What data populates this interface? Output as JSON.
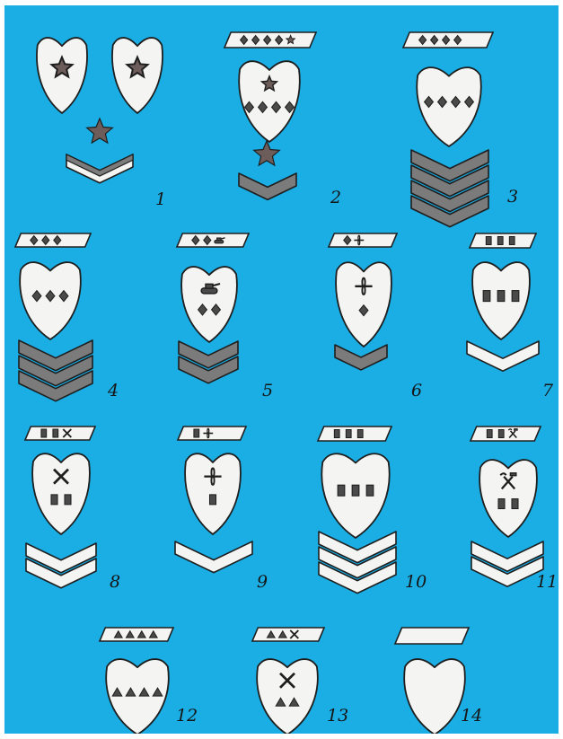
{
  "colors": {
    "background": "#1aaee5",
    "fill": "#f4f4f2",
    "outline": "#1e1e1e",
    "chevron_dark": "#7b7b7b",
    "mark": "#4a4a4a",
    "star": "#6d5d5a"
  },
  "items": [
    {
      "number": "1",
      "insignia": [
        "star",
        "star"
      ],
      "collar_marks": null,
      "chevron_count": 1,
      "chevron_style": "light-with-dark-top",
      "sleeve_star": true
    },
    {
      "number": "2",
      "insignia": [
        "star",
        "diamond",
        "diamond",
        "diamond",
        "diamond"
      ],
      "collar_marks": [
        "diamond",
        "diamond",
        "diamond",
        "diamond",
        "star"
      ],
      "chevron_count": 1,
      "chevron_style": "dark",
      "sleeve_star": true
    },
    {
      "number": "3",
      "insignia": [
        "diamond",
        "diamond",
        "diamond",
        "diamond"
      ],
      "collar_marks": [
        "diamond",
        "diamond",
        "diamond",
        "diamond"
      ],
      "chevron_count": 4,
      "chevron_style": "dark"
    },
    {
      "number": "4",
      "insignia": [
        "diamond",
        "diamond",
        "diamond"
      ],
      "collar_marks": [
        "diamond",
        "diamond",
        "diamond"
      ],
      "chevron_count": 3,
      "chevron_style": "dark"
    },
    {
      "number": "5",
      "insignia": [
        "tank",
        "diamond",
        "diamond"
      ],
      "collar_marks": [
        "diamond",
        "diamond",
        "tank"
      ],
      "chevron_count": 2,
      "chevron_style": "dark"
    },
    {
      "number": "6",
      "insignia": [
        "propeller",
        "diamond"
      ],
      "collar_marks": [
        "diamond",
        "propeller"
      ],
      "chevron_count": 1,
      "chevron_style": "dark"
    },
    {
      "number": "7",
      "insignia": [
        "bar",
        "bar",
        "bar"
      ],
      "collar_marks": [
        "bar",
        "bar",
        "bar"
      ],
      "chevron_count": 1,
      "chevron_style": "light"
    },
    {
      "number": "8",
      "insignia": [
        "crossed",
        "bar",
        "bar"
      ],
      "collar_marks": [
        "bar",
        "bar",
        "crossed"
      ],
      "chevron_count": 2,
      "chevron_style": "light"
    },
    {
      "number": "9",
      "insignia": [
        "propeller",
        "bar"
      ],
      "collar_marks": [
        "bar",
        "propeller"
      ],
      "chevron_count": 1,
      "chevron_style": "light"
    },
    {
      "number": "10",
      "insignia": [
        "bar",
        "bar",
        "bar"
      ],
      "collar_marks": [
        "bar",
        "bar",
        "bar"
      ],
      "chevron_count": 3,
      "chevron_style": "light"
    },
    {
      "number": "11",
      "insignia": [
        "hammer-wrench",
        "bar",
        "bar"
      ],
      "collar_marks": [
        "bar",
        "bar",
        "hammer-wrench"
      ],
      "chevron_count": 2,
      "chevron_style": "light"
    },
    {
      "number": "12",
      "insignia": [
        "triangle",
        "triangle",
        "triangle",
        "triangle"
      ],
      "collar_marks": [
        "triangle",
        "triangle",
        "triangle",
        "triangle"
      ],
      "chevron_count": 0
    },
    {
      "number": "13",
      "insignia": [
        "crossed",
        "triangle",
        "triangle"
      ],
      "collar_marks": [
        "triangle",
        "triangle",
        "crossed"
      ],
      "chevron_count": 0
    },
    {
      "number": "14",
      "insignia": [],
      "collar_marks": [],
      "chevron_count": 0
    }
  ]
}
